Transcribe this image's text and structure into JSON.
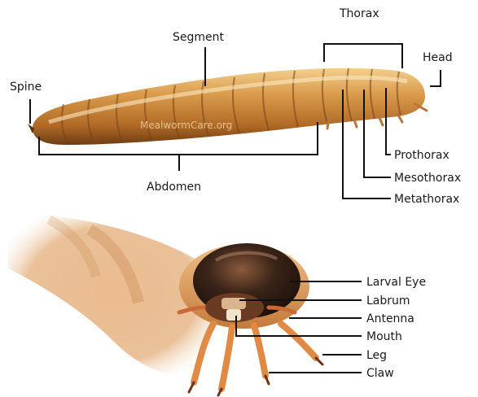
{
  "top_labels": {
    "thorax": "Thorax",
    "head": "Head",
    "segment": "Segment",
    "spine": "Spine",
    "abdomen": "Abdomen",
    "prothorax": "Prothorax",
    "mesothorax": "Mesothorax",
    "metathorax": "Metathorax"
  },
  "watermark": "MealwormCare.org",
  "bottom_labels": {
    "larval_eye": "Larval Eye",
    "labrum": "Labrum",
    "antenna": "Antenna",
    "mouth": "Mouth",
    "leg": "Leg",
    "claw": "Claw"
  }
}
